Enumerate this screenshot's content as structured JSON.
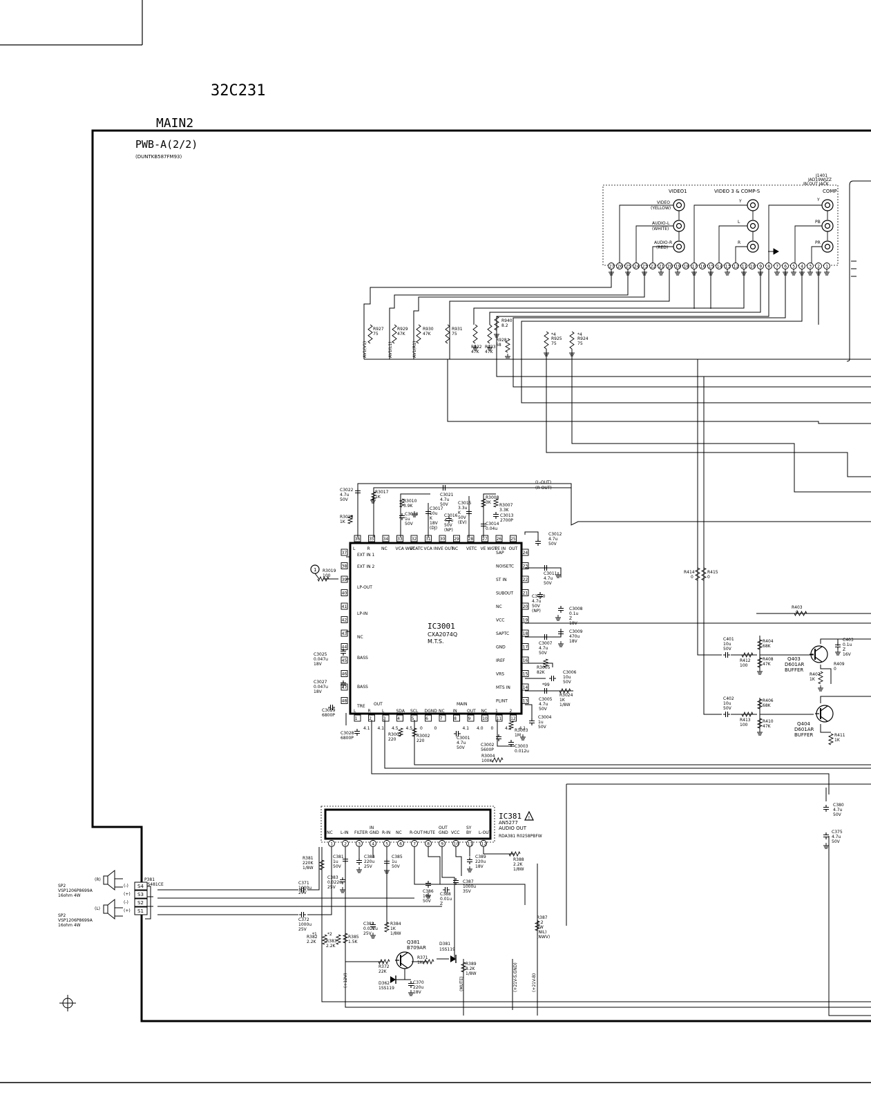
{
  "header": {
    "model": "32C231",
    "sheet": "MAIN2",
    "board": "PWB-A(2/2)",
    "board_code": "(DUNTKB587FM93)"
  },
  "jack": {
    "ref": "J1401",
    "part": "JAD19WJZZ",
    "name": "IN OUT JACK",
    "group_video1": "VIDEO1",
    "group_video3": "VIDEO 3 & COMP-S",
    "group_comp": "COMP",
    "video_label": "VIDEO",
    "video_color": "(YELLOW)",
    "audio_l_label": "AUDIO-L",
    "audio_l_color": "(WHITE)",
    "audio_r_label": "AUDIO-R",
    "audio_r_color": "(RED)",
    "y_label": "Y",
    "l_label": "L",
    "r_label": "R",
    "comp_y_label": "Y",
    "pb_label": "PB",
    "pr_label": "PR",
    "pins": [
      "27",
      "26",
      "25",
      "24",
      "23",
      "22",
      "21",
      "20",
      "19",
      "18",
      "17",
      "16",
      "15",
      "14",
      "13",
      "12",
      "11",
      "10",
      "9",
      "8",
      "7",
      "6",
      "5",
      "4",
      "3",
      "2",
      "1"
    ]
  },
  "av_resistors": [
    {
      "ref": "R927",
      "value": "75"
    },
    {
      "ref": "R929",
      "value": "47K"
    },
    {
      "ref": "R930",
      "value": "47K"
    },
    {
      "ref": "R931",
      "value": "75"
    },
    {
      "ref": "R932",
      "value": "47K"
    },
    {
      "ref": "R933",
      "value": "47K"
    },
    {
      "ref": "R940",
      "value": "8.2"
    },
    {
      "ref": "R928",
      "value": "68"
    },
    {
      "ref": "R925",
      "value": "75"
    },
    {
      "ref": "R924",
      "value": "75"
    }
  ],
  "av_notes": {
    "star4a": "*4",
    "star4b": "*4"
  },
  "av_net_labels": [
    "AV1(V1)",
    "AV1(L1)",
    "AV1(R1)"
  ],
  "ic3001": {
    "ref": "IC3001",
    "part": "CXA2074Q",
    "func": "M.T.S.",
    "left_pins": [
      "37",
      "38",
      "39",
      "40",
      "41",
      "42",
      "43",
      "44",
      "45",
      "46",
      "47",
      "48"
    ],
    "right_pins": [
      "24",
      "23",
      "22",
      "21",
      "20",
      "19",
      "18",
      "17",
      "16",
      "15",
      "14",
      "13"
    ],
    "top_pins": [
      "36",
      "35",
      "34",
      "33",
      "32",
      "31",
      "30",
      "29",
      "28",
      "27",
      "26",
      "25"
    ],
    "bottom_pins": [
      "1",
      "2",
      "3",
      "4",
      "5",
      "6",
      "7",
      "8",
      "9",
      "10",
      "11",
      "12"
    ],
    "top_labels": [
      "L",
      "R",
      "NC",
      "VCA WGT",
      "VCATC",
      "VCA IN",
      "VE OUT",
      "NC",
      "VETC",
      "VE WGT",
      "VE IN",
      "OUT"
    ],
    "right_labels": [
      "SAP",
      "NOISETC",
      "ST IN",
      "SUBOUT",
      "NC",
      "VCC",
      "SAPTC",
      "GND",
      "IREF",
      "VRS",
      "MTS IN",
      "PLINT"
    ],
    "left_labels": [
      "EXT IN 1",
      "EXT IN 2",
      "LP-OUT",
      "LP-IN",
      "NC",
      "BASS",
      "BASS",
      "TRE"
    ],
    "bottom_labels": [
      "L",
      "R",
      "L",
      "SDA",
      "SCL",
      "DGND",
      "NC",
      "IN",
      "OUT",
      "NC",
      "1",
      "2"
    ],
    "group_out": "OUT",
    "group_main": "MAIN",
    "bottom_voltages": [
      "4.1",
      "4.1",
      "4.5",
      "4.5",
      "0",
      "0",
      "",
      "4.1",
      "4.0",
      "0",
      "4.1",
      "4.1"
    ]
  },
  "mts_parts": [
    {
      "ref": "C3022",
      "value": "4.7u 50V"
    },
    {
      "ref": "R3017",
      "value": "1K"
    },
    {
      "ref": "R3018",
      "value": "1K"
    },
    {
      "ref": "R3010",
      "value": "3.9K"
    },
    {
      "ref": "C3018",
      "value": "1u 50V"
    },
    {
      "ref": "C3017",
      "value": "10u K 18V (DJ)"
    },
    {
      "ref": "C3021",
      "value": "4.7u 50V"
    },
    {
      "ref": "C3016",
      "value": "4.7u 50V (NP)"
    },
    {
      "ref": "C3015",
      "value": "3.3u K 50V (EV)"
    },
    {
      "ref": "R3008",
      "value": "3K"
    },
    {
      "ref": "R3007",
      "value": "3.3K"
    },
    {
      "ref": "C3013",
      "value": "2700P"
    },
    {
      "ref": "C3014",
      "value": "0.04u"
    },
    {
      "ref": "C3012",
      "value": "4.7u 50V"
    },
    {
      "ref": "C3011",
      "value": "4.7u 50V"
    },
    {
      "ref": "C3010",
      "value": "4.7u 50V (NP)"
    },
    {
      "ref": "C3008",
      "value": "0.1u Z 18V"
    },
    {
      "ref": "C3009",
      "value": "470u 18V"
    },
    {
      "ref": "C3007",
      "value": "4.7u 50V"
    },
    {
      "ref": "R3005",
      "value": "82K"
    },
    {
      "ref": "C3006",
      "value": "10u 50V"
    },
    {
      "ref": "C3005",
      "value": "4.7u 50V"
    },
    {
      "ref": "R3024",
      "value": "1K 1/8W"
    },
    {
      "ref": "C3004",
      "value": "1u 50V"
    },
    {
      "ref": "R3019",
      "value": "100"
    },
    {
      "ref": "C3025",
      "value": "0.047u 18V"
    },
    {
      "ref": "C3027",
      "value": "0.047u 18V"
    },
    {
      "ref": "C3029",
      "value": "6800P"
    },
    {
      "ref": "C3028",
      "value": "6800P"
    },
    {
      "ref": "R3001",
      "value": "220"
    },
    {
      "ref": "R3002",
      "value": "220"
    },
    {
      "ref": "C3001",
      "value": "4.7u 50V"
    },
    {
      "ref": "C3002",
      "value": "5600P"
    },
    {
      "ref": "R3003",
      "value": "1M"
    },
    {
      "ref": "C3003",
      "value": "0.012u"
    },
    {
      "ref": "R3004",
      "value": "100K"
    }
  ],
  "mts_misc": {
    "l_out": "(L-OUT)",
    "r_out": "(R-OUT)",
    "r499": "*99",
    "test_point": "1"
  },
  "buffer": {
    "r414": "R414",
    "r414v": "0",
    "r415": "R415",
    "r415v": "0",
    "r403": "R403",
    "r403v": "0",
    "c401": "C401 10u 50V",
    "c402": "C402 10u 50V",
    "r412": "R412 100",
    "r413": "R413 100",
    "r404": "R404 68K",
    "r408": "R408 47K",
    "r406": "R406 68K",
    "r410": "R410 47K",
    "r407": "R407 1K",
    "r411": "R411 1K",
    "r409": "R409 0",
    "c403": "C403 0.1u Z 16V",
    "q403": "Q403",
    "q403p": "D601AR",
    "q403f": "BUFFER",
    "q404": "Q404",
    "q404p": "D601AR",
    "q404f": "BUFFER"
  },
  "ic381": {
    "ref": "IC381",
    "part": "AN5277",
    "func": "AUDIO OUT",
    "alt": "RDA381 R0258PBFW",
    "pin_labels": [
      "NC",
      "L-IN",
      "FILTER",
      "IN-GND",
      "R-IN",
      "NC",
      "R-OUT",
      "MUTE",
      "OUT-GND",
      "VCC",
      "SY-BY",
      "L-OUT"
    ],
    "pins": [
      "1",
      "2",
      "3",
      "4",
      "5",
      "6",
      "7",
      "8",
      "9",
      "10",
      "11",
      "12"
    ]
  },
  "audio_parts": [
    {
      "ref": "R381",
      "value": "220K 1/8W"
    },
    {
      "ref": "C381",
      "value": "1u 50V"
    },
    {
      "ref": "C383",
      "value": "0.022u 25V"
    },
    {
      "ref": "C384",
      "value": "220u 25V"
    },
    {
      "ref": "C385",
      "value": "1u 50V"
    },
    {
      "ref": "C389",
      "value": "220u 18V"
    },
    {
      "ref": "R388",
      "value": "2.2K 1/8W"
    },
    {
      "ref": "C371",
      "value": "1000u 25V"
    },
    {
      "ref": "C372",
      "value": "1000u 25V"
    },
    {
      "ref": "C386",
      "value": "10u 50V"
    },
    {
      "ref": "C387",
      "value": "1000u 35V"
    },
    {
      "ref": "C388",
      "value": "0.01u Z"
    },
    {
      "ref": "C382",
      "value": "0.022u 25V"
    },
    {
      "ref": "R384",
      "value": "1K 1/8W"
    },
    {
      "ref": "R382",
      "value": "2.2K"
    },
    {
      "ref": "R383",
      "value": "2.2K"
    },
    {
      "ref": "R385",
      "value": "1.5K"
    },
    {
      "ref": "R387",
      "value": "1.2 2W (NIL) (NWV)"
    },
    {
      "ref": "R372",
      "value": "22K"
    },
    {
      "ref": "R371",
      "value": "1K"
    },
    {
      "ref": "D362",
      "value": "1SS119"
    },
    {
      "ref": "C370",
      "value": "220u 18V"
    },
    {
      "ref": "R389",
      "value": "8.2K 1/8W"
    },
    {
      "ref": "C380",
      "value": "4.7u 50V"
    },
    {
      "ref": "C375",
      "value": "4.7u 50V"
    }
  ],
  "audio_misc": {
    "q381": "Q381",
    "q381p": "B709AR",
    "d381": "D381",
    "d381p": "1SS119",
    "p381": "P381",
    "p381p": "NS481CE",
    "sp_ref": "SP2",
    "sp_part": "VSP1206P8699A",
    "sp_spec": "16ohm 4W",
    "spk_r": "(R)",
    "spk_l": "(L)",
    "conn": [
      "S4",
      "S3",
      "S2",
      "S1"
    ],
    "pol": [
      "(-)",
      "(+)",
      "(-)",
      "(+)"
    ],
    "net_12v": "(+12V)",
    "net_mute": "(MUTE)",
    "net_21vsgnd": "(+21V-S.GND)",
    "net_21vb": "(+21V-B)",
    "star1": "*1",
    "star2": "*2"
  }
}
